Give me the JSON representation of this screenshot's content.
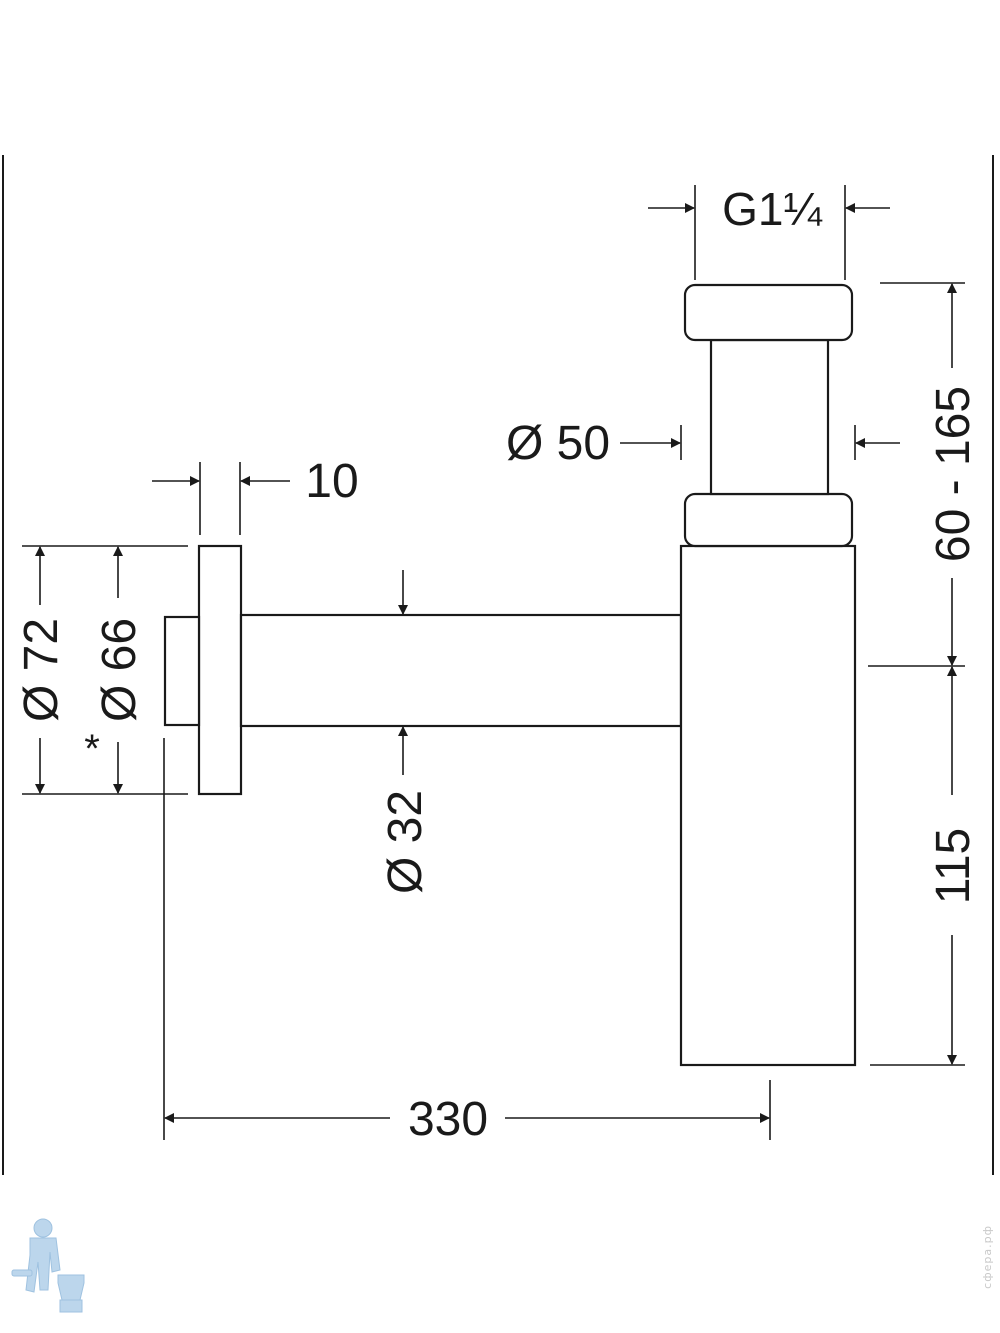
{
  "drawing": {
    "dimensions": {
      "thread": "G1¼",
      "tube_diameter": "Ø 50",
      "rosette_thickness": "10",
      "outer_diameter": "Ø 72",
      "inner_diameter": "Ø 66",
      "asterisk": "*",
      "pipe_diameter": "Ø 32",
      "height_range": "60 - 165",
      "lower_height": "115",
      "overall_length": "330"
    },
    "watermark": "сфера.рф",
    "logo": "plumber-logo"
  },
  "colors": {
    "line": "#1a1a1a",
    "logo": "#bcd6ec"
  }
}
